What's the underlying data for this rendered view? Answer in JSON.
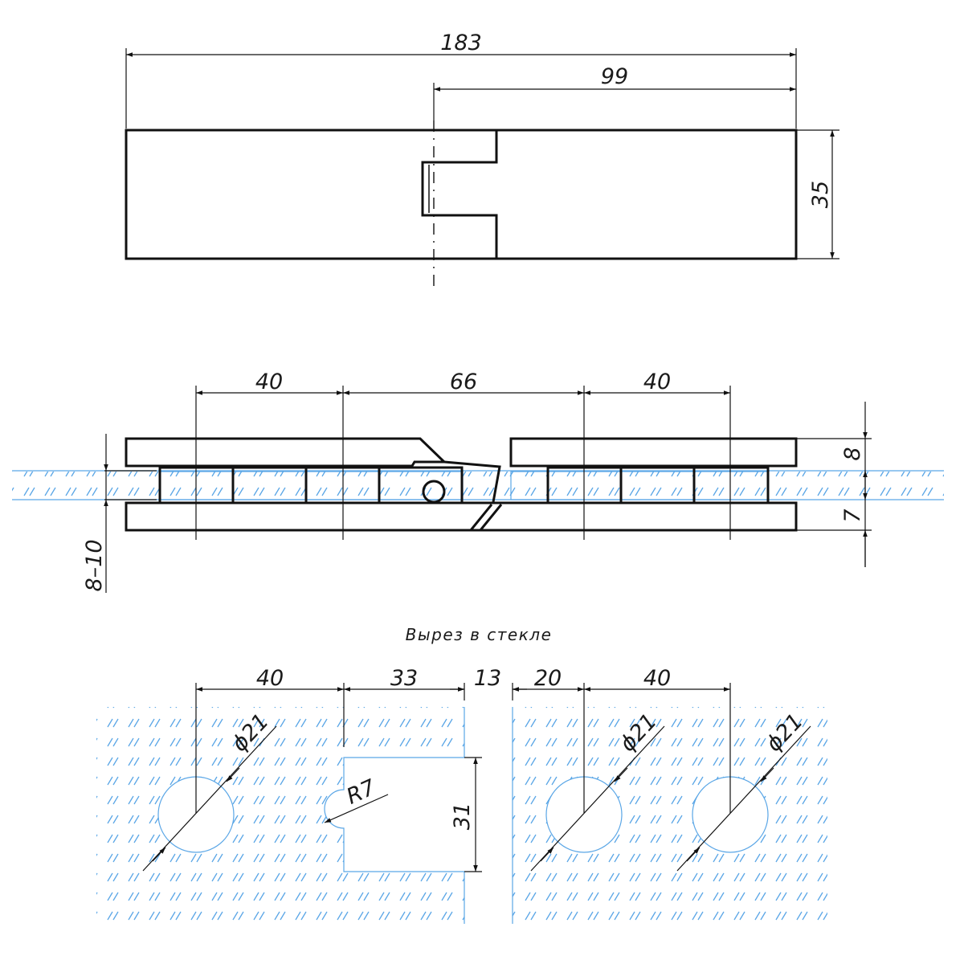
{
  "drawing": {
    "top_view": {
      "dim_overall_length": "183",
      "dim_right_part": "99",
      "dim_height": "35"
    },
    "side_view": {
      "dim_left_hole_spacing": "40",
      "dim_center_spacing": "66",
      "dim_right_hole_spacing": "40",
      "dim_upper_plate": "8",
      "dim_lower_plate": "7",
      "dim_glass_thickness": "8–10"
    },
    "glass_cutout": {
      "caption": "Вырез в стекле",
      "dim_1": "40",
      "dim_2": "33",
      "dim_3": "13",
      "dim_4": "20",
      "dim_5": "40",
      "dim_cut_height": "31",
      "label_radius": "R7",
      "label_hole_left": "ϕ21",
      "label_hole_mid": "ϕ21",
      "label_hole_right": "ϕ21"
    },
    "colors": {
      "line": "#111111",
      "glass": "#5aa6e6"
    }
  }
}
